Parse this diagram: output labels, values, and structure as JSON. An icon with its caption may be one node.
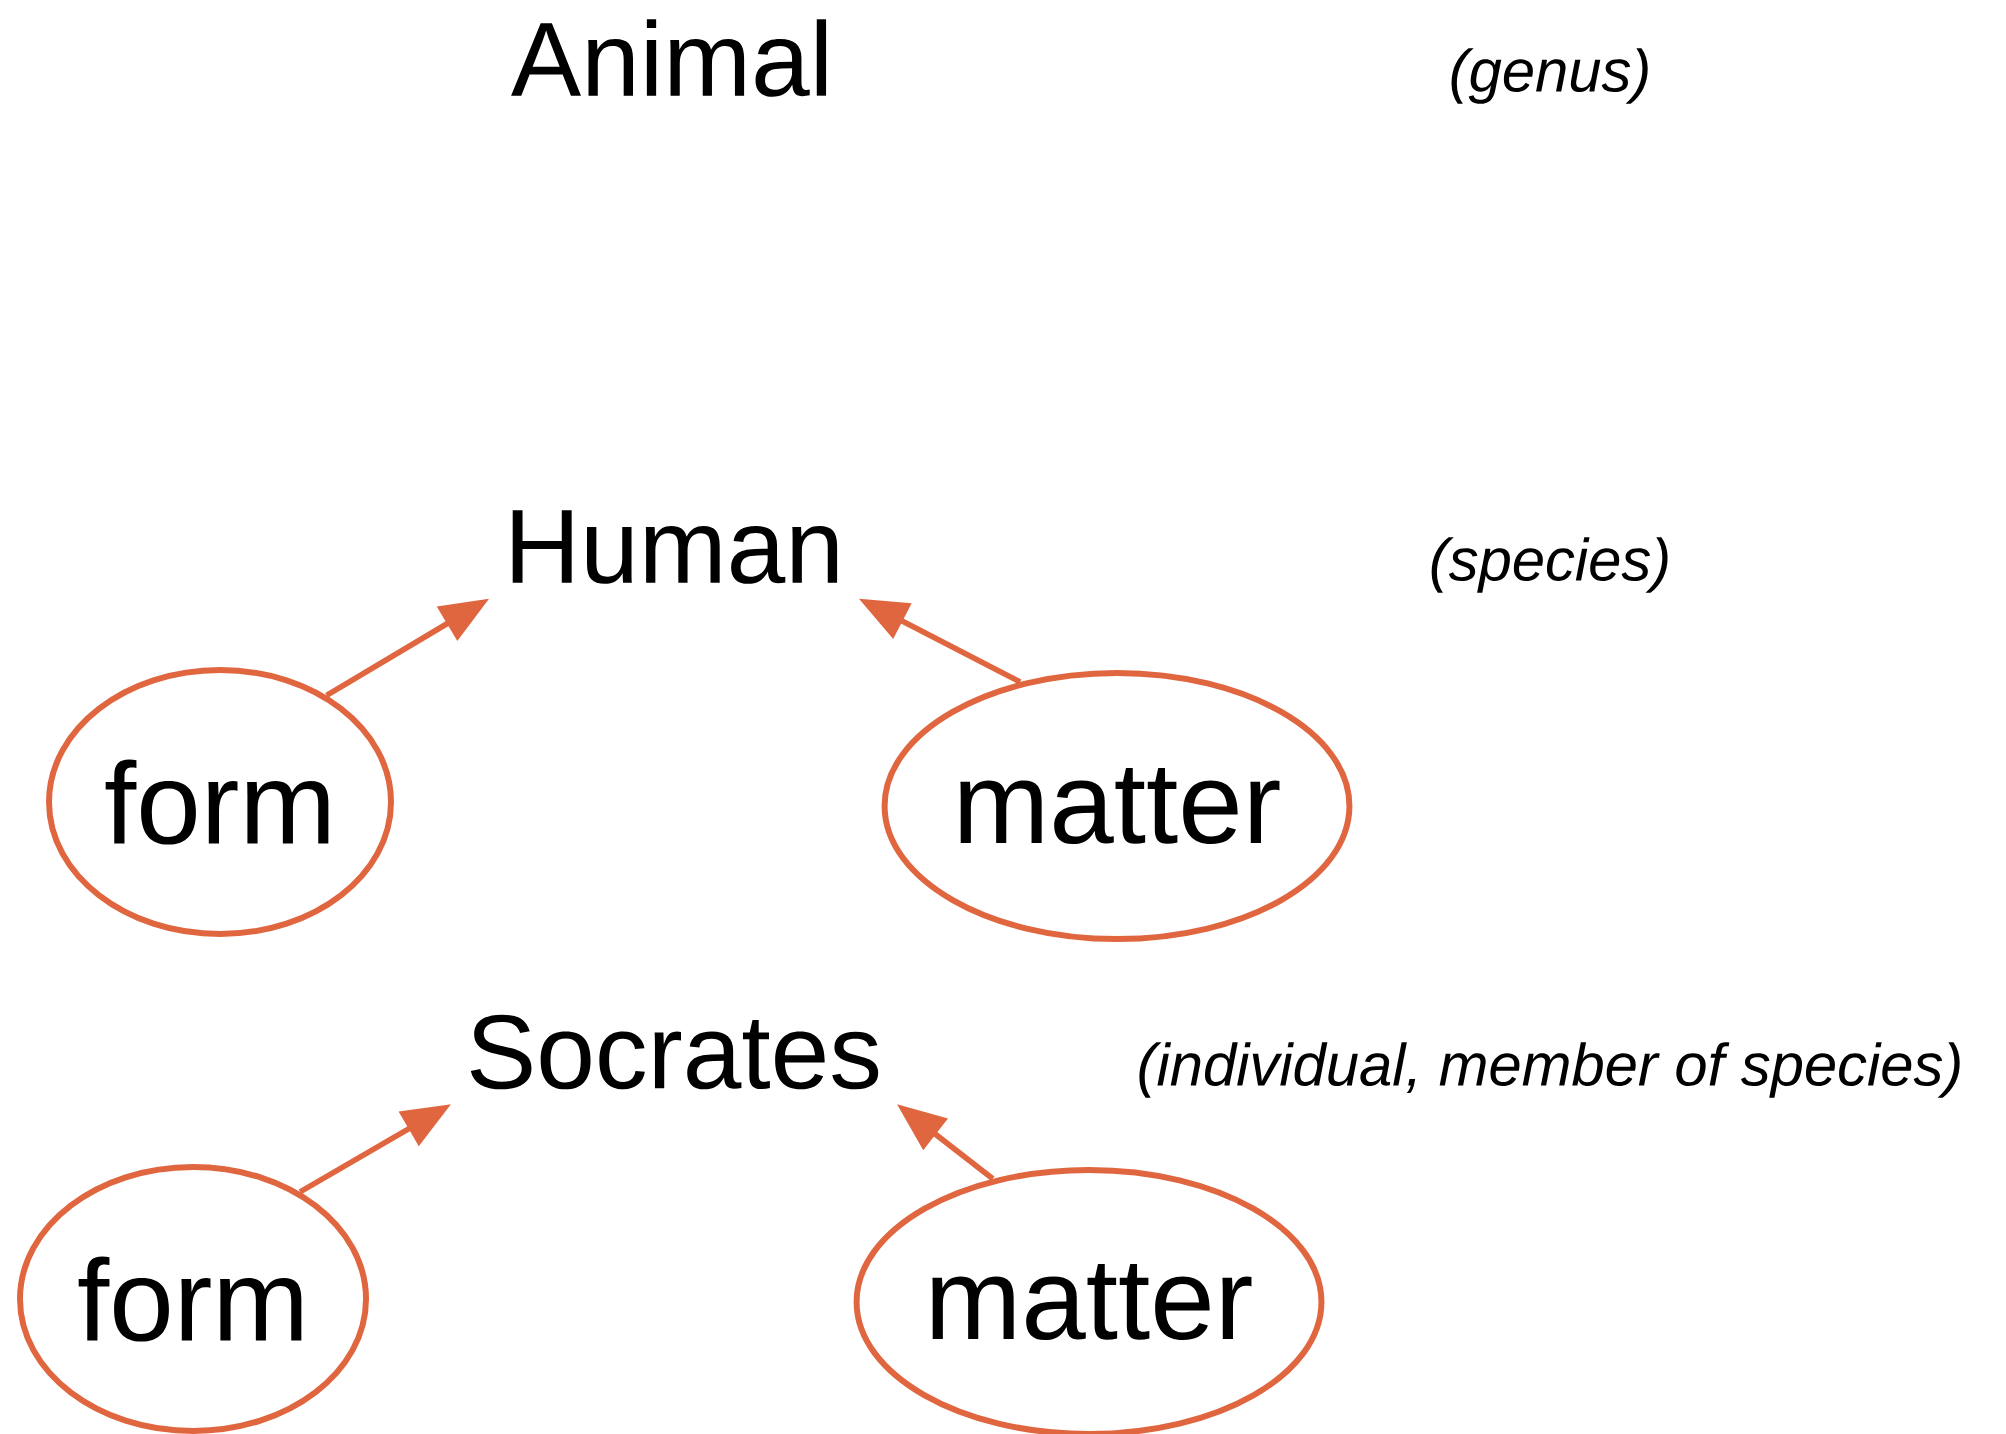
{
  "diagram": {
    "nodes": [
      {
        "text": [
          "Animal"
        ],
        "beside": [
          "(genus)"
        ]
      },
      {
        "text": [
          "Human"
        ],
        "beside": [
          "(species)"
        ]
      },
      {
        "text": [
          "Socrates"
        ],
        "beside": [
          "(individual, member of species)"
        ]
      },
      {
        "text": [
          "form"
        ]
      },
      {
        "text": [
          "matter"
        ]
      },
      {
        "text": [
          "form"
        ]
      },
      {
        "text": [
          "matter"
        ]
      }
    ],
    "edges": [
      {
        "from": 3,
        "to": 1,
        "arrow": "to"
      },
      {
        "from": 4,
        "to": 1,
        "arrow": "to"
      },
      {
        "from": 5,
        "to": 2,
        "arrow": "to"
      },
      {
        "from": 6,
        "to": 2,
        "arrow": "to"
      }
    ]
  }
}
